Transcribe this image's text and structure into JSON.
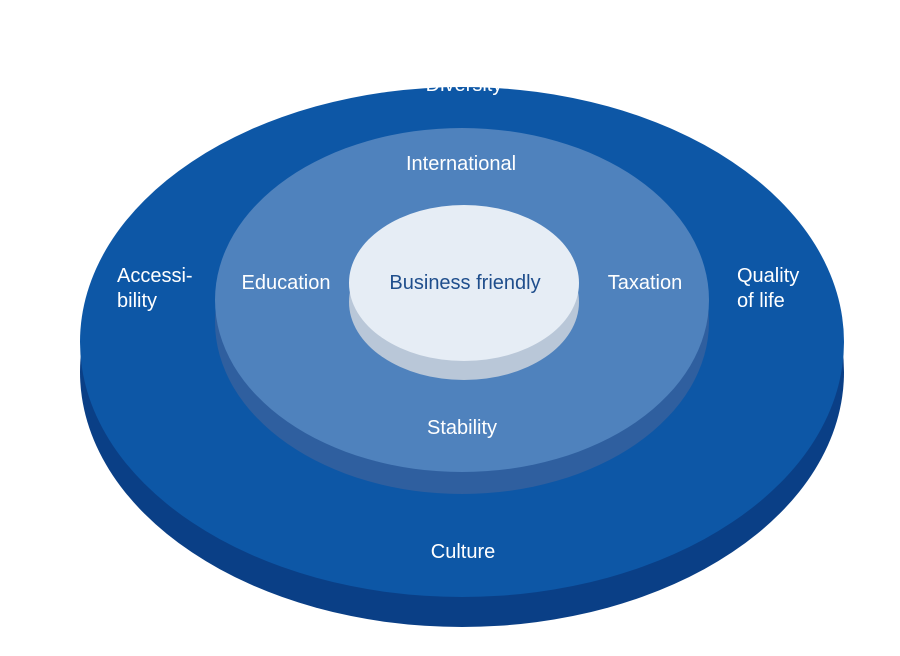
{
  "diagram": {
    "outer_ring": {
      "labels": {
        "top": "Diversity",
        "left_line1": "Accessi-",
        "left_line2": "bility",
        "right_line1": "Quality",
        "right_line2": "of life",
        "bottom": "Culture"
      },
      "color": "#0d57a6",
      "edge_color": "#0a3f86"
    },
    "middle_ring": {
      "labels": {
        "top": "International",
        "left": "Education",
        "right": "Taxation",
        "bottom": "Stability"
      },
      "color": "#4f82bd",
      "edge_color": "#2f5f9f"
    },
    "center": {
      "label": "Business friendly",
      "color": "#e6edf5",
      "edge_color": "#b9c7d8",
      "text_color": "#1f4e8c"
    }
  }
}
